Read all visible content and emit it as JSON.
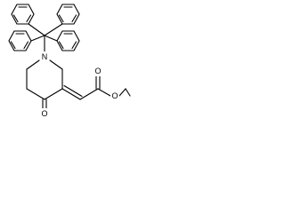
{
  "atoms": {
    "ring_nitrogen": "N",
    "ketone_oxygen": "O",
    "ester_carbonyl_oxygen": "O",
    "ester_ether_oxygen": "O"
  },
  "colors": {
    "bond": "#000000",
    "label": "#000000",
    "background": "#ffffff"
  }
}
